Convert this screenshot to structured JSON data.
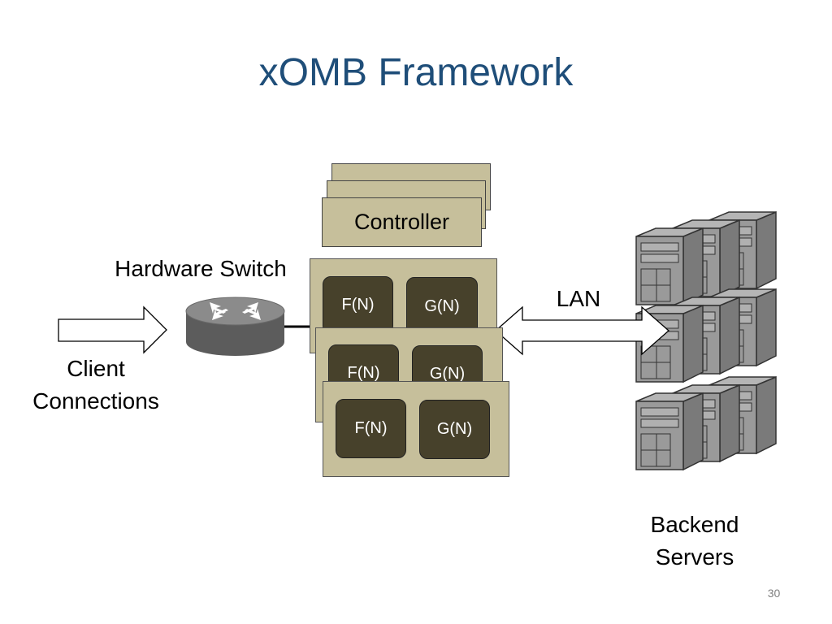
{
  "slide": {
    "title": "xOMB Framework",
    "page_number": "30"
  },
  "labels": {
    "hardware_switch": "Hardware Switch",
    "client_line1": "Client",
    "client_line2": "Connections",
    "lan": "LAN",
    "backend_line1": "Backend",
    "backend_line2": "Servers"
  },
  "controller": {
    "label": "Controller"
  },
  "nodes": [
    {
      "f": "F(N)",
      "g": "G(N)"
    },
    {
      "f": "F(N)",
      "g": "G(N)"
    },
    {
      "f": "F(N)",
      "g": "G(N)"
    }
  ],
  "colors": {
    "title": "#1f4e79",
    "box_fill": "#c6bf9b",
    "function_fill": "#47412b",
    "server_fill": "#9a9a9a"
  },
  "icons": [
    "router-icon",
    "server-icon"
  ]
}
